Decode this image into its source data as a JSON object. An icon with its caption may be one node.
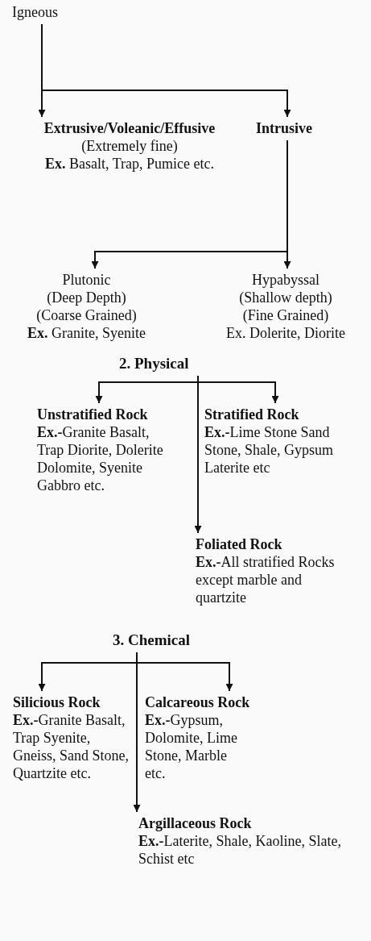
{
  "diagram": {
    "nodes": [
      {
        "text": [
          "Igneous"
        ]
      },
      {
        "text": [
          "Extrusive/Voleanic/Effusive",
          "(Extremely fine)",
          "**Ex.** Basalt, Trap, Pumice etc."
        ]
      },
      {
        "text": [
          "Intrusive"
        ]
      },
      {
        "text": [
          "Plutonic",
          "(Deep Depth)",
          "(Coarse Grained)",
          "**Ex.** Granite, Syenite"
        ]
      },
      {
        "text": [
          "Hypabyssal",
          "(Shallow depth)",
          "(Fine Grained)",
          "Ex. Dolerite, Diorite"
        ]
      },
      {
        "text": [
          "2. Physical"
        ]
      },
      {
        "text": [
          "Unstratified Rock",
          "**Ex.-**Granite Basalt, Trap Diorite, Dolerite Dolomite, Syenite Gabbro etc."
        ]
      },
      {
        "text": [
          "Stratified Rock",
          "**Ex.-**Lime Stone Sand Stone, Shale, Gypsum Laterite etc"
        ]
      },
      {
        "text": [
          "Foliated Rock",
          "**Ex.-**All stratified Rocks except marble and quartzite"
        ]
      },
      {
        "text": [
          "3. Chemical"
        ]
      },
      {
        "text": [
          "Silicious Rock",
          "**Ex.-**Granite Basalt, Trap Syenite, Gneiss, Sand Stone, Quartzite etc."
        ]
      },
      {
        "text": [
          "Calcareous Rock",
          "**Ex.-**Gypsum, Dolomite, Lime Stone, Marble etc."
        ]
      },
      {
        "text": [
          "Argillaceous Rock",
          "**Ex.-**Laterite, Shale, Kaoline, Slate, Schist etc"
        ]
      }
    ],
    "edges": [
      {
        "from": 0,
        "to": 1,
        "arrow": "to"
      },
      {
        "from": 0,
        "to": 2,
        "arrow": "to"
      },
      {
        "from": 2,
        "to": 3,
        "arrow": "to"
      },
      {
        "from": 2,
        "to": 4,
        "arrow": "to"
      },
      {
        "from": 5,
        "to": 6,
        "arrow": "to"
      },
      {
        "from": 5,
        "to": 7,
        "arrow": "to"
      },
      {
        "from": 5,
        "to": 8,
        "arrow": "to"
      },
      {
        "from": 9,
        "to": 10,
        "arrow": "to"
      },
      {
        "from": 9,
        "to": 11,
        "arrow": "to"
      },
      {
        "from": 9,
        "to": 12,
        "arrow": "to"
      }
    ]
  }
}
